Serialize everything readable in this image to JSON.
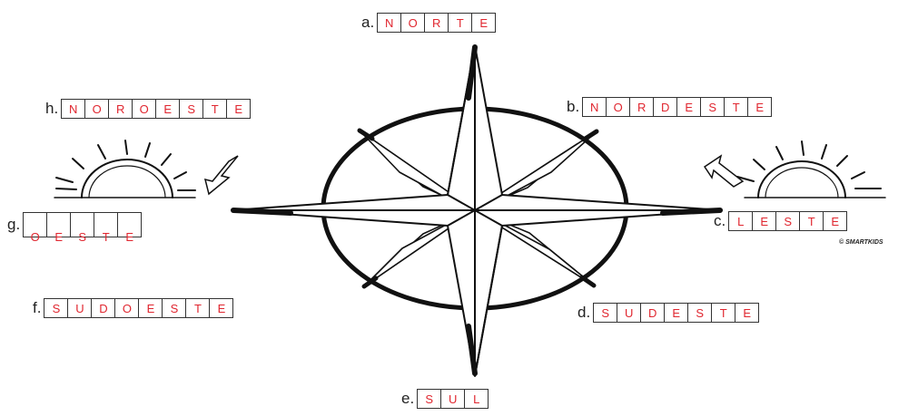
{
  "labels": [
    {
      "id": "a",
      "tag": "a.",
      "cells": [
        "N",
        "O",
        "R",
        "T",
        "E"
      ]
    },
    {
      "id": "b",
      "tag": "b.",
      "cells": [
        "N",
        "O",
        "R",
        "D",
        "E",
        "S",
        "T",
        "E"
      ]
    },
    {
      "id": "c",
      "tag": "c.",
      "cells": [
        "L",
        "E",
        "S",
        "T",
        "E"
      ]
    },
    {
      "id": "d",
      "tag": "d.",
      "cells": [
        "S",
        "U",
        "D",
        "E",
        "S",
        "T",
        "E"
      ]
    },
    {
      "id": "e",
      "tag": "e.",
      "cells": [
        "S",
        "U",
        "L"
      ]
    },
    {
      "id": "f",
      "tag": "f.",
      "cells": [
        "S",
        "U",
        "D",
        "O",
        "E",
        "S",
        "T",
        "E"
      ]
    },
    {
      "id": "g",
      "tag": "g.",
      "cells": [
        "O",
        "E",
        "S",
        "T",
        "E"
      ]
    },
    {
      "id": "h",
      "tag": "h.",
      "cells": [
        "N",
        "O",
        "R",
        "O",
        "E",
        "S",
        "T",
        "E"
      ]
    }
  ],
  "credit": "© SMARTKIDS",
  "colors": {
    "answer": "#e0262f",
    "line": "#111111"
  }
}
